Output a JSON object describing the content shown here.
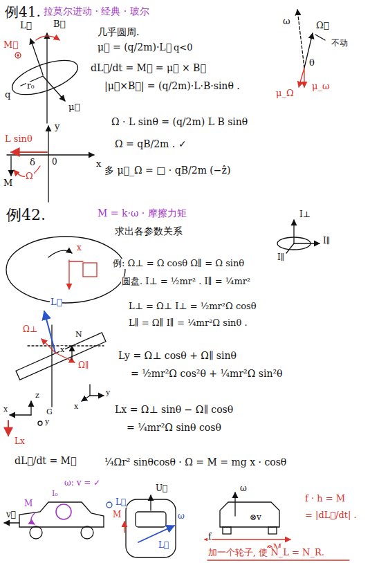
{
  "diagram": {
    "labels": [
      "例41.",
      "拉莫尔进动 · 经典 · 玻尔",
      "L⃗",
      "B⃗",
      "M⃗",
      "q",
      "r₀",
      "μ⃗",
      "几乎圆周.",
      "μ⃗ = (q/2m)·L⃗",
      "q<0",
      "dL⃗/dt = M⃗ = μ⃗ × B⃗",
      "|μ⃗×B⃗| = (q/2m)·L·B·sinθ .",
      "ω",
      "Ω⃗",
      "不动",
      "θ",
      "μ_ω",
      "μ_Ω",
      "y",
      "0",
      "x",
      "L sinθ",
      "δ",
      "Ω",
      "M",
      "Ω · L sinθ = (q/2m) L B sinθ",
      "Ω = qB/2m . ✓",
      "多 μ⃗_Ω = □ · qB/2m (−ẑ)",
      "例42.",
      "M = k·ω · 摩擦力矩",
      "求出各参数关系",
      "I⊥",
      "I∥",
      "I∥",
      "x",
      "例: Ω⊥ = Ω cosθ   Ω∥ = Ω sinθ",
      "圆盘. I⊥ = ½mr² . I∥ = ¼mr²",
      "L⊥ = Ω⊥ I⊥ = ½mr²Ω cosθ",
      "L∥ = Ω∥ I∥ = ¼mr²Ω sinθ .",
      "Ly = Ω⊥ cosθ + Ω∥ sinθ",
      "= ½mr²Ω cos²θ + ¼mr²Ω sin²θ",
      "Lx = Ω⊥ sinθ − Ω∥ cosθ",
      "= ¼mr²Ω sinθ cosθ",
      "L⃗",
      "Ω⊥",
      "Ω∥",
      "x",
      "N",
      "G",
      "y",
      "x",
      "x",
      "z",
      "y",
      "Lx",
      "dL⃗/dt = M⃗",
      "¼Ωr² sinθcosθ · Ω = M = mg x · cosθ",
      "ω: v = ✓",
      "I₀",
      "L⃗",
      "M",
      "v⃗",
      "U⃗",
      "M",
      "ω",
      "L⃗",
      "ω",
      "⊗v",
      "f · h = M",
      "= |dL⃗/dt| .",
      "f",
      "⊗M.",
      "加一个轮子, 使 N_L = N_R."
    ]
  }
}
